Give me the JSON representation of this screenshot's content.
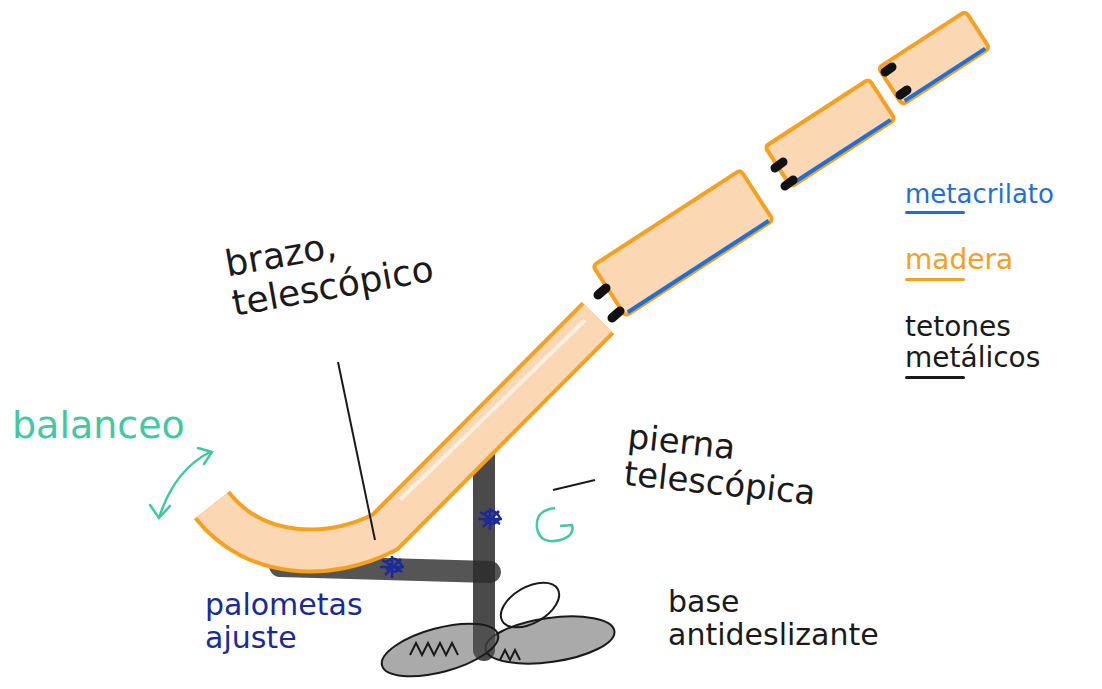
{
  "diagram": {
    "labels": [
      "brazo, telescópico",
      "balanceo",
      "pierna telescópica",
      "palometas ajuste",
      "base antideslizante"
    ],
    "legend": [
      {
        "text": "metacrilato",
        "color": "#1f6fd6"
      },
      {
        "text": "madera",
        "color": "#f5a01f"
      },
      {
        "text": "tetones metálicos",
        "color": "#1a1a1a"
      }
    ]
  }
}
